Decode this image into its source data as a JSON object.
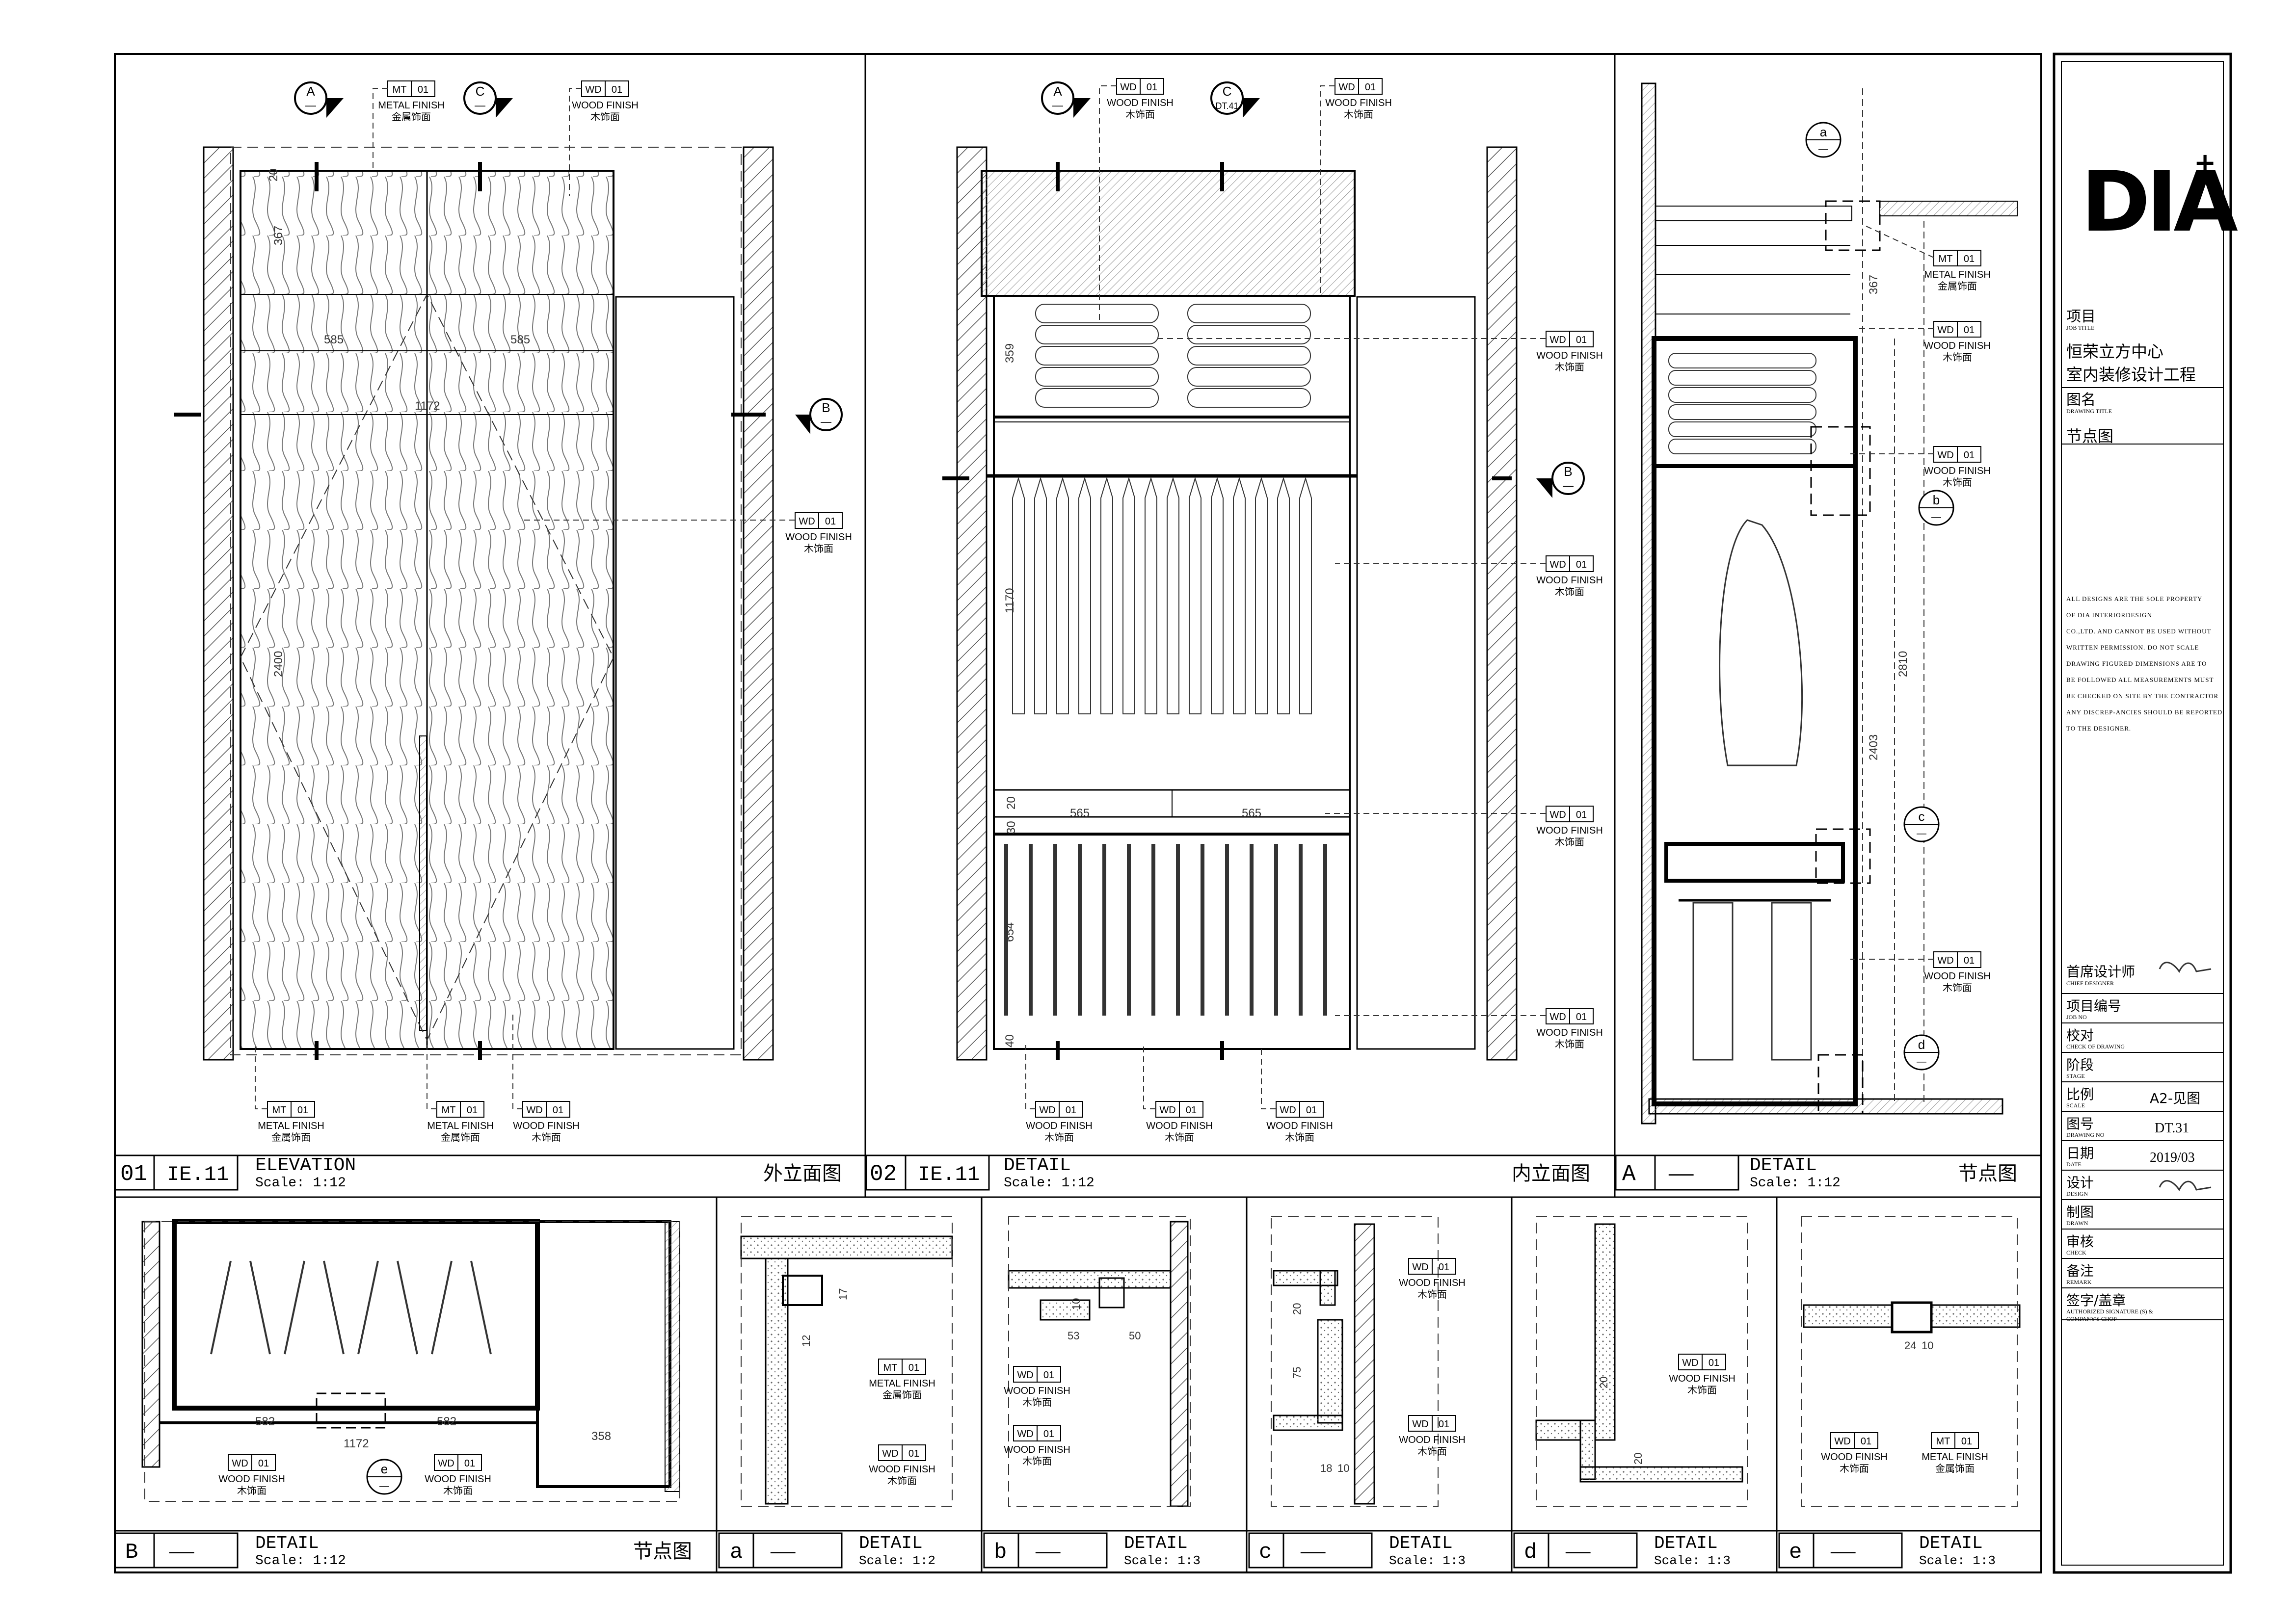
{
  "brand": {
    "logo_text": "DIA",
    "logo_mark": "+"
  },
  "title_block": {
    "project_cn": "项目",
    "project_en": "JOB TITLE",
    "project_line1": "恒荣立方中心",
    "project_line2": "室内装修设计工程",
    "drawing_cn": "图名",
    "drawing_en": "DRAWING TITLE",
    "drawing_value": "节点图",
    "note_lines": [
      "ALL DESIGNS ARE THE SOLE PROPERTY",
      "OF DIA INTERIORDESIGN",
      "CO.,LTD. AND CANNOT BE USED WITHOUT",
      "WRITTEN PERMISSION. DO NOT SCALE",
      "DRAWING FIGURED DIMENSIONS ARE TO",
      "BE FOLLOWED ALL MEASUREMENTS MUST",
      "BE CHECKED ON SITE BY THE CONTRACTOR",
      "ANY DISCREP-ANCIES SHOULD BE REPORTED",
      "TO THE DESIGNER."
    ],
    "rows": [
      {
        "cn": "首席设计师",
        "en": "CHIEF DESIGNER",
        "value": ""
      },
      {
        "cn": "项目编号",
        "en": "JOB NO",
        "value": ""
      },
      {
        "cn": "校对",
        "en": "CHECK OF DRAWING",
        "value": ""
      },
      {
        "cn": "阶段",
        "en": "STAGE",
        "value": ""
      },
      {
        "cn": "比例",
        "en": "SCALE",
        "value": "A2-见图"
      },
      {
        "cn": "图号",
        "en": "DRAWING NO",
        "value": "DT.31"
      },
      {
        "cn": "日期",
        "en": "DATE",
        "value": "2019/03"
      },
      {
        "cn": "设计",
        "en": "DESIGN",
        "value": ""
      },
      {
        "cn": "制图",
        "en": "DRAWN",
        "value": ""
      },
      {
        "cn": "审核",
        "en": "CHECK",
        "value": ""
      },
      {
        "cn": "备注",
        "en": "REMARK",
        "value": ""
      },
      {
        "cn": "签字/盖章",
        "en": "AUTHORIZED SIGNATURE (S) &",
        "en2": "COMPANY'S CHOP",
        "value": ""
      }
    ]
  },
  "panels_top": [
    {
      "num": "01",
      "ref": "IE.11",
      "title": "ELEVATION",
      "scale": "Scale: 1:12",
      "cn": "外立面图"
    },
    {
      "num": "02",
      "ref": "IE.11",
      "title": "DETAIL",
      "scale": "Scale: 1:12",
      "cn": "内立面图"
    },
    {
      "num": "A",
      "ref": "——",
      "title": "DETAIL",
      "scale": "Scale: 1:12",
      "cn": "节点图"
    }
  ],
  "panels_bottom": [
    {
      "num": "B",
      "ref": "——",
      "title": "DETAIL",
      "scale": "Scale: 1:12",
      "cn": "节点图"
    },
    {
      "num": "a",
      "ref": "——",
      "title": "DETAIL",
      "scale": "Scale: 1:2",
      "cn": ""
    },
    {
      "num": "b",
      "ref": "——",
      "title": "DETAIL",
      "scale": "Scale: 1:3",
      "cn": ""
    },
    {
      "num": "c",
      "ref": "——",
      "title": "DETAIL",
      "scale": "Scale: 1:3",
      "cn": ""
    },
    {
      "num": "d",
      "ref": "——",
      "title": "DETAIL",
      "scale": "Scale: 1:3",
      "cn": ""
    },
    {
      "num": "e",
      "ref": "——",
      "title": "DETAIL",
      "scale": "Scale: 1:3",
      "cn": ""
    }
  ],
  "materials": {
    "wd": {
      "code": "WD",
      "num": "01",
      "en": "WOOD FINISH",
      "cn": "木饰面"
    },
    "mt": {
      "code": "MT",
      "num": "01",
      "en": "METAL FINISH",
      "cn": "金属饰面"
    }
  },
  "section_marks": {
    "A": {
      "letter": "A",
      "sub": "—"
    },
    "C1": {
      "letter": "C",
      "sub": "—"
    },
    "C2": {
      "letter": "C",
      "sub": "DT.41"
    },
    "B": {
      "letter": "B",
      "sub": "—"
    }
  },
  "detail_circles": {
    "a": "a",
    "b": "b",
    "c": "c",
    "d": "d",
    "e": "e",
    "dash": "—"
  },
  "dims": {
    "elev_top": "20",
    "elev_367": "367",
    "elev_585a": "585",
    "elev_585b": "585",
    "elev_1172": "1172",
    "elev_2400": "2400",
    "det_359": "359",
    "det_1170": "1170",
    "det_565a": "565",
    "det_565b": "565",
    "det_654": "654",
    "det_40": "40",
    "det_20": "20",
    "det_30": "30",
    "sec_367": "367",
    "sec_2810": "2810",
    "sec_2403": "2403",
    "b_582a": "582",
    "b_582b": "582",
    "b_1172": "1172",
    "b_358": "358",
    "da_17": "17",
    "da_12": "12",
    "db_53": "53",
    "db_50": "50",
    "db_10": "10",
    "dc_20": "20",
    "dc_75": "75",
    "dc_18": "18",
    "dc_10": "10",
    "dd_20a": "20",
    "dd_20b": "20",
    "de_24": "24",
    "de_10": "10"
  },
  "colors": {
    "line": "#000000",
    "hatch": "#555555",
    "grain": "#666666",
    "dash": "#333333"
  }
}
